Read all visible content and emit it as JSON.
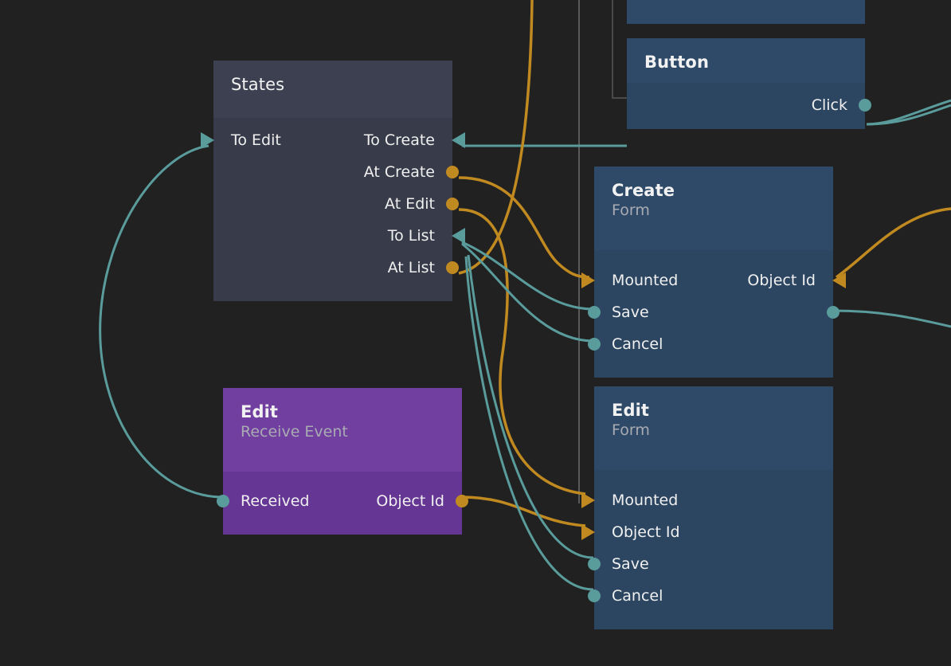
{
  "app": {
    "canvas_background": "#212121",
    "accent_teal": "#5a9b9b",
    "accent_orange": "#c08a21"
  },
  "nodes": [
    {
      "id": "button-top-clipped",
      "title": "",
      "subtitle": "",
      "theme": "blue",
      "ports_in": [],
      "ports_out": []
    },
    {
      "id": "button",
      "title": "Button",
      "subtitle": "",
      "theme": "blue",
      "ports_in": [],
      "ports_out": [
        {
          "label": "Click",
          "marker": "dot",
          "color": "teal"
        }
      ]
    },
    {
      "id": "states",
      "title": "States",
      "subtitle": "",
      "theme": "grey",
      "ports_in": [
        {
          "label": "To Edit",
          "marker": "arrow",
          "color": "teal"
        }
      ],
      "ports_out": [
        {
          "label": "To Create",
          "marker": "arrow",
          "color": "teal"
        },
        {
          "label": "At Create",
          "marker": "dot",
          "color": "orange"
        },
        {
          "label": "At Edit",
          "marker": "dot",
          "color": "orange"
        },
        {
          "label": "To List",
          "marker": "arrow",
          "color": "teal"
        },
        {
          "label": "At List",
          "marker": "dot",
          "color": "orange"
        }
      ]
    },
    {
      "id": "create-form",
      "title": "Create",
      "subtitle": "Form",
      "theme": "blue",
      "ports_in": [
        {
          "label": "Mounted",
          "marker": "arrow",
          "color": "orange"
        },
        {
          "label": "Save",
          "marker": "dot",
          "color": "teal"
        },
        {
          "label": "Cancel",
          "marker": "dot",
          "color": "teal"
        }
      ],
      "ports_out": [
        {
          "label": "Object Id",
          "marker": "arrow",
          "color": "orange"
        },
        {
          "label": "",
          "marker": "dot",
          "color": "teal"
        }
      ]
    },
    {
      "id": "edit-form",
      "title": "Edit",
      "subtitle": "Form",
      "theme": "blue",
      "ports_in": [
        {
          "label": "Mounted",
          "marker": "arrow",
          "color": "orange"
        },
        {
          "label": "Object Id",
          "marker": "arrow",
          "color": "orange"
        },
        {
          "label": "Save",
          "marker": "dot",
          "color": "teal"
        },
        {
          "label": "Cancel",
          "marker": "dot",
          "color": "teal"
        }
      ],
      "ports_out": []
    },
    {
      "id": "edit-receive-event",
      "title": "Edit",
      "subtitle": "Receive Event",
      "theme": "purple",
      "ports_in": [
        {
          "label": "Received",
          "marker": "dot",
          "color": "teal"
        }
      ],
      "ports_out": [
        {
          "label": "Object Id",
          "marker": "dot",
          "color": "orange"
        }
      ]
    }
  ],
  "labels": {
    "states_title": "States",
    "states_to_edit": "To Edit",
    "states_to_create": "To Create",
    "states_at_create": "At Create",
    "states_at_edit": "At Edit",
    "states_to_list": "To List",
    "states_at_list": "At List",
    "button_title": "Button",
    "button_click": "Click",
    "create_title": "Create",
    "create_subtitle": "Form",
    "create_mounted": "Mounted",
    "create_save": "Save",
    "create_cancel": "Cancel",
    "create_object_id": "Object Id",
    "editform_title": "Edit",
    "editform_subtitle": "Form",
    "editform_mounted": "Mounted",
    "editform_object_id": "Object Id",
    "editform_save": "Save",
    "editform_cancel": "Cancel",
    "editevent_title": "Edit",
    "editevent_subtitle": "Receive Event",
    "editevent_received": "Received",
    "editevent_object_id": "Object Id"
  }
}
